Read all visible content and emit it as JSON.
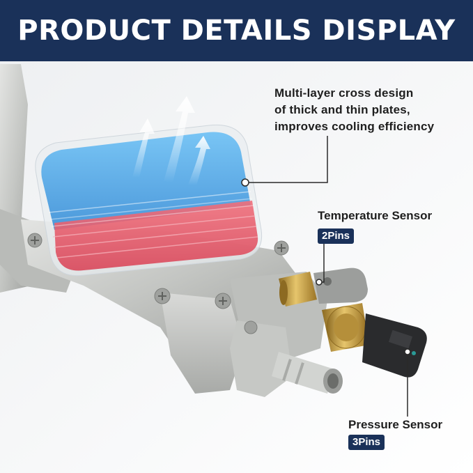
{
  "banner": {
    "title": "PRODUCT DETAILS DISPLAY",
    "background": "#1a3159"
  },
  "callouts": {
    "cooler": {
      "lines": [
        "Multi-layer cross design",
        "of thick and thin plates,",
        "improves cooling efficiency"
      ]
    },
    "temperature_sensor": {
      "label": "Temperature Sensor",
      "pins": "2Pins"
    },
    "pressure_sensor": {
      "label": "Pressure Sensor",
      "pins": "3Pins"
    }
  },
  "colors": {
    "accent": "#1a3159",
    "cool_plate": "#4aa6ea",
    "hot_plate": "#e5566a",
    "brass": "#c9a24a",
    "aluminum": "#c8c9c6"
  },
  "icons": [
    "heat-flow-arrows-icon",
    "screw-icon"
  ]
}
